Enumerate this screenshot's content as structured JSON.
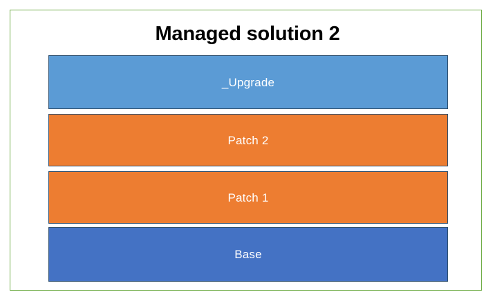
{
  "diagram": {
    "title": "Managed solution 2",
    "title_color": "#000000",
    "background_color": "#FFFFFF",
    "frame_color": "#70AD47",
    "outline_color": "#2E4F6E",
    "label_color": "#FFFFFF",
    "layers": [
      {
        "label": "_Upgrade",
        "color": "#5B9BD5",
        "order": 4,
        "name": "upgrade"
      },
      {
        "label": "Patch 2",
        "color": "#ED7D31",
        "order": 3,
        "name": "patch-2"
      },
      {
        "label": "Patch 1",
        "color": "#ED7D31",
        "order": 2,
        "name": "patch-1"
      },
      {
        "label": "Base",
        "color": "#4472C4",
        "order": 1,
        "name": "base"
      }
    ]
  }
}
